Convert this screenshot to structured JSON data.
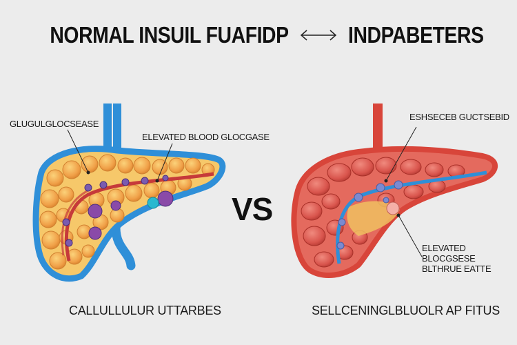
{
  "title": {
    "left": "NORMAL INSUIL FUAFIDP",
    "right": "INDPABETERS",
    "arrow_icon": "double-arrow-icon"
  },
  "vs_label": "VS",
  "left_panel": {
    "label_top": "GLUGULGLOCSEASE",
    "label_middle": "ELEVATED BLOOD GLOCGASE",
    "caption": "CALLULLULUR UTTARBES",
    "colors": {
      "outline": "#2f8fd8",
      "cells": "#f0a048",
      "duct": "#c63a3a",
      "nodes": "#7b5bb0"
    }
  },
  "right_panel": {
    "label_top": "ESHSECEB GUCTSEBID",
    "label_lines": [
      "ELEVATED",
      "BLOCGSESE",
      "BLTHRUE EATTE"
    ],
    "caption": "SELLCENINGLBLUOLR AP FITUS",
    "colors": {
      "outline": "#d8453a",
      "tissue": "#d9554d",
      "duct": "#2f8fd8",
      "nodes": "#7b8ad0"
    }
  }
}
